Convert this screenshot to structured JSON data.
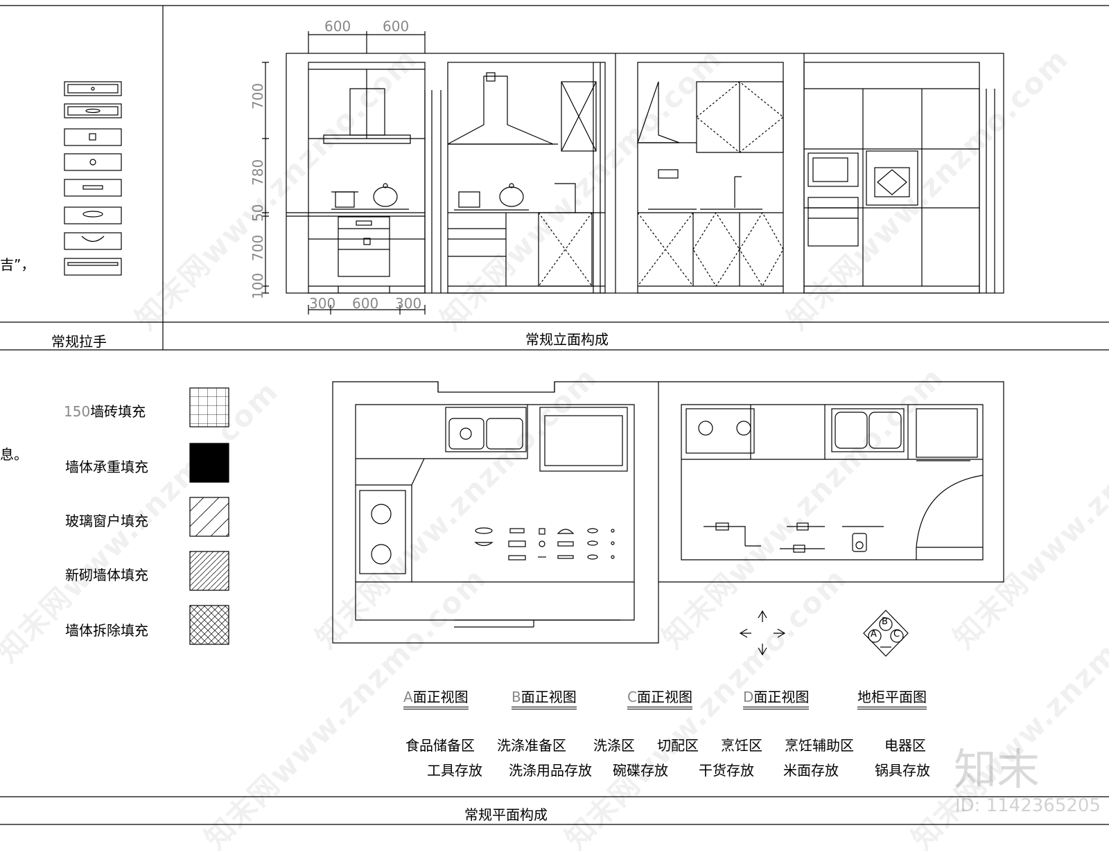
{
  "top": {
    "handles_title": "常规拉手",
    "elevation_title": "常规立面构成",
    "cut_text": "吉”，",
    "dims_top": [
      "600",
      "600"
    ],
    "dims_left": [
      "700",
      "780",
      "50",
      "700",
      "100"
    ],
    "dims_bottom": [
      "300",
      "600",
      "300"
    ]
  },
  "bottom": {
    "cut_text": "息。",
    "plan_title": "常规平面构成",
    "legend": [
      {
        "num": "150",
        "label": "墙砖填充"
      },
      {
        "num": "",
        "label": "墙体承重填充"
      },
      {
        "num": "",
        "label": "玻璃窗户填充"
      },
      {
        "num": "",
        "label": "新砌墙体填充"
      },
      {
        "num": "",
        "label": "墙体拆除填充"
      }
    ],
    "views": [
      {
        "letter": "A",
        "label": "面正视图"
      },
      {
        "letter": "B",
        "label": "面正视图"
      },
      {
        "letter": "C",
        "label": "面正视图"
      },
      {
        "letter": "D",
        "label": "面正视图"
      },
      {
        "letter": "",
        "label": "地柜平面图"
      }
    ],
    "zones_row1": [
      "食品储备区",
      "洗涤准备区",
      "洗涤区",
      "切配区",
      "烹饪区",
      "烹饪辅助区",
      "电器区"
    ],
    "zones_row2": [
      "工具存放",
      "洗涤用品存放",
      "碗碟存放",
      "干货存放",
      "米面存放",
      "锅具存放"
    ],
    "compass_letters": [
      "B",
      "A",
      "C"
    ]
  },
  "watermark": {
    "text": "知末网www.znzmo.com",
    "logo": "知末",
    "id": "ID: 1142365205"
  }
}
